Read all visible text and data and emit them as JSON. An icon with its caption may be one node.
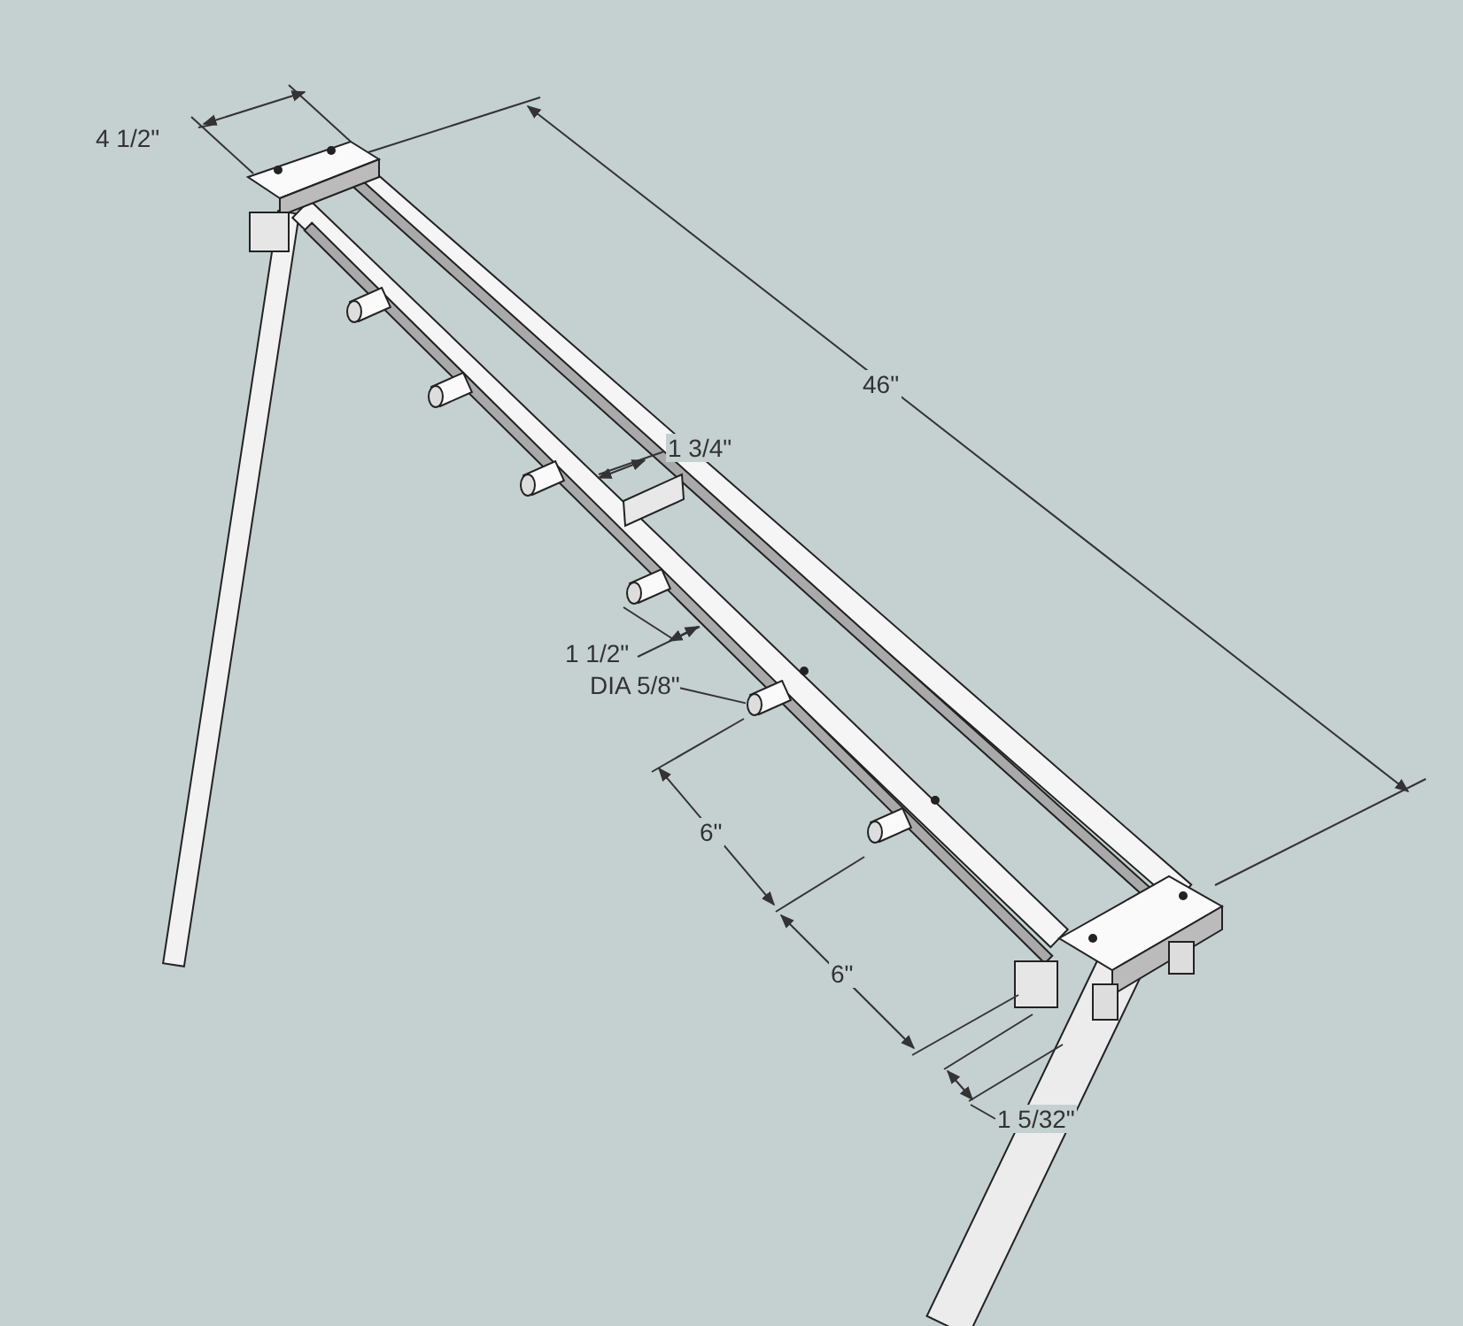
{
  "diagram": {
    "nodes": [
      {
        "text": [
          "DIA 5/8\""
        ]
      },
      {
        "text": [],
        "shape": "cylinder"
      }
    ],
    "edges": [
      {
        "from": 0,
        "to": 1,
        "arrow": "none"
      }
    ],
    "labels": [
      "4 1/2\"",
      "46\"",
      "1 3/4\"",
      "1 1/2\"",
      "6\"",
      "6\"",
      "1 5/32\""
    ]
  }
}
